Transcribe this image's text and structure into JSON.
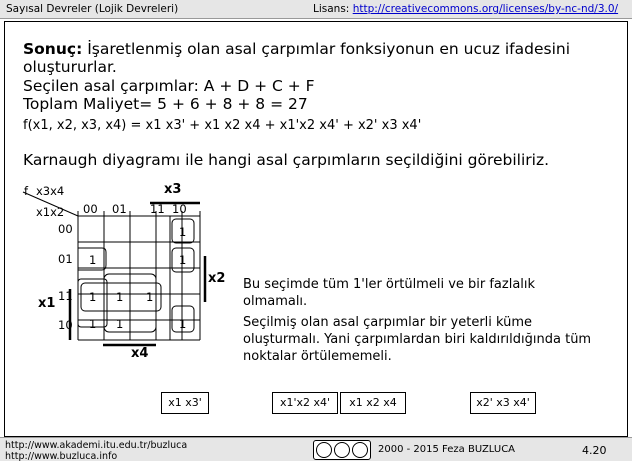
{
  "header": {
    "course": "Sayısal Devreler (Lojik Devreleri)",
    "license_label": "Lisans:",
    "license_url": "http://creativecommons.org/licenses/by-nc-nd/3.0/"
  },
  "content": {
    "result_label": "Sonuç:",
    "result_text_1": " İşaretlenmiş olan asal çarpımlar fonksiyonun en ucuz ifadesini",
    "result_text_2": "oluştururlar.",
    "selected": "Seçilen asal çarpımlar: A + D + C + F",
    "cost": "Toplam Maliyet= 5 + 6 + 8 + 8 = 27",
    "function": "f(x1, x2, x3, x4) = x1 x3' + x1 x2 x4 + x1'x2 x4' + x2' x3 x4'",
    "karnaugh_sentence": "Karnaugh diyagramı ile hangi asal çarpımların seçildiğini görebiliriz."
  },
  "kmap": {
    "corner_f": "f",
    "col_var": "x3x4",
    "row_var": "x1x2",
    "col_headers": [
      "00",
      "01",
      "11",
      "10"
    ],
    "row_headers": [
      "00",
      "01",
      "11",
      "10"
    ],
    "label_x3": "x3",
    "label_x2": "x2",
    "label_x1": "x1",
    "label_x4": "x4",
    "ones": [
      {
        "row": 0,
        "col": 3,
        "value": "1"
      },
      {
        "row": 1,
        "col": 0,
        "value": "1"
      },
      {
        "row": 1,
        "col": 3,
        "value": "1"
      },
      {
        "row": 2,
        "col": 0,
        "value": "1"
      },
      {
        "row": 2,
        "col": 1,
        "value": "1"
      },
      {
        "row": 2,
        "col": 2,
        "value": "1"
      },
      {
        "row": 3,
        "col": 0,
        "value": "1"
      },
      {
        "row": 3,
        "col": 1,
        "value": "1"
      },
      {
        "row": 3,
        "col": 3,
        "value": "1"
      }
    ]
  },
  "notes": {
    "line1": "Bu seçimde tüm 1'ler örtülmeli ve bir fazlalık",
    "line2": "olmamalı.",
    "line3": "Seçilmiş olan asal çarpımlar bir yeterli küme",
    "line4": "oluşturmalı. Yani çarpımlardan biri kaldırıldığında tüm",
    "line5": "noktalar örtülememeli."
  },
  "terms": [
    "x1 x3'",
    "x1'x2 x4'",
    "x1 x2 x4",
    "x2' x3 x4'"
  ],
  "footer": {
    "url1": "http://www.akademi.itu.edu.tr/buzluca",
    "url2": "http://www.buzluca.info",
    "copyright": "2000 - 2015 Feza BUZLUCA",
    "page": "4.20"
  }
}
